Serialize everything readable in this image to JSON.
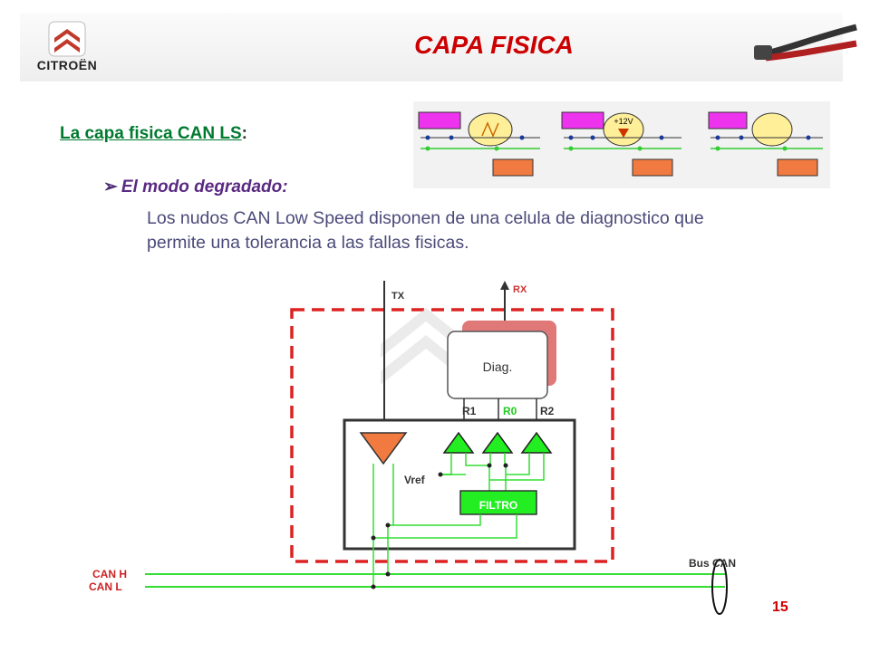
{
  "header": {
    "title": "CAPA FISICA",
    "logo_text": "CITROËN"
  },
  "section": {
    "title": "La capa fisica CAN LS",
    "colon": ":"
  },
  "bullet": {
    "label": "El modo degradado:"
  },
  "description": "Los nudos CAN Low Speed disponen de una celula de diagnostico que permite una tolerancia a las fallas fisicas.",
  "thumbnail": {
    "voltage_label": "+12V"
  },
  "diagram": {
    "tx_label": "TX",
    "rx_label": "RX",
    "diag_label": "Diag.",
    "r1_label": "R1",
    "r0_label": "R0",
    "r2_label": "R2",
    "vref_label": "Vref",
    "filter_label": "FILTRO",
    "can_h_label": "CAN H",
    "can_l_label": "CAN L",
    "bus_label": "Bus CAN"
  },
  "page_number": "15",
  "colors": {
    "title_red": "#cc0000",
    "section_green": "#007a2f",
    "wire_green": "#33dd33",
    "dashed_red": "#dd2222",
    "magenta_block": "#ee33ee",
    "orange_block": "#f07a40"
  }
}
